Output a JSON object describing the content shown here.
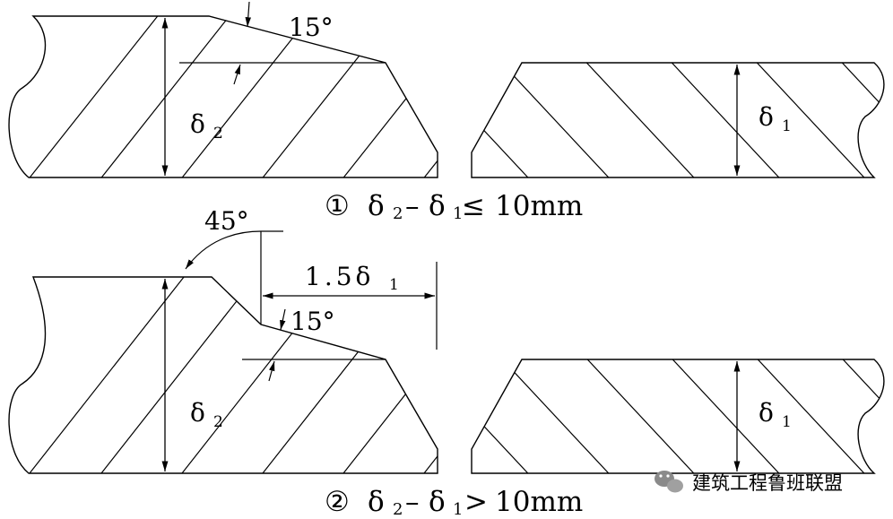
{
  "figure1": {
    "angle_label": "15°",
    "thick_label": "δ",
    "thick_sub": "2",
    "thin_label": "δ",
    "thin_sub": "1",
    "caption": {
      "num": "①",
      "lhs": "δ",
      "lhs_sub": "2",
      "minus": "–",
      "rhs": "δ",
      "rhs_sub": "1",
      "rel": "≤",
      "value": "10mm"
    }
  },
  "figure2": {
    "angle45_label": "45°",
    "offset_label": "1.5δ",
    "offset_sub": "1",
    "angle15_label": "15°",
    "thick_label": "δ",
    "thick_sub": "2",
    "thin_label": "δ",
    "thin_sub": "1",
    "caption": {
      "num": "②",
      "lhs": "δ",
      "lhs_sub": "2",
      "minus": "–",
      "rhs": "δ",
      "rhs_sub": "1",
      "rel": ">",
      "value": "10mm"
    }
  },
  "watermark": {
    "icon": "wechat-icon",
    "text": "建筑工程鲁班联盟"
  }
}
